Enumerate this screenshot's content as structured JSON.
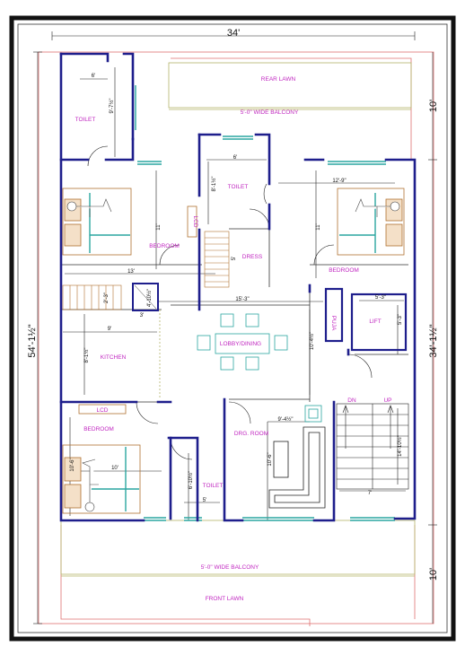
{
  "overall": {
    "width": "34'",
    "depth_left": "54'-1½\"",
    "depth_right": "34'-1½\"",
    "rear_setback": "10'",
    "front_setback": "10'"
  },
  "rooms": {
    "rear_lawn": "REAR LAWN",
    "rear_balcony": "5'-0\" WIDE BALCONY",
    "toilet_top_left": "TOILET",
    "toilet_center": "TOILET",
    "bedroom_left": "BEDROOM",
    "bedroom_right": "BEDROOM",
    "dress": "DRESS",
    "lcd_top": "LCD",
    "puja": "PUJA",
    "lift": "LIFT",
    "kitchen": "KITCHEN",
    "lobby": "LOBBY/DINING",
    "bedroom_bottom": "BEDROOM",
    "lcd_bottom": "LCD",
    "drg_room": "DRG. ROOM",
    "dn": "DN",
    "up": "UP",
    "toilet_bottom": "TOILET",
    "front_balcony": "5'-0\" WIDE BALCONY",
    "front_lawn": "FRONT LAWN"
  },
  "dims": {
    "d6": "6'",
    "d9_7": "9'-7½\"",
    "d6b": "6'",
    "d8_1": "8'-1½\"",
    "d12_9": "12'-9\"",
    "d11a": "11'",
    "d11b": "11'",
    "d5": "5'",
    "d13": "13'",
    "d15_3": "15'-3\"",
    "d2_3": "2'-3\"",
    "d3": "3'",
    "d4_10": "4'-10½\"",
    "d9": "9'",
    "d8_1b": "8'-1½\"",
    "d10_4": "10'-4½\"",
    "d5_3a": "5'-3\"",
    "d5_3b": "5'-3\"",
    "d9_4": "9'-4½\"",
    "d10_6a": "10'-6\"",
    "d10_6b": "10'-6\"",
    "d10": "10'",
    "d6_10": "6'-10½\"",
    "d5b": "5'",
    "d14_10": "14'-10½\"",
    "d7": "7'"
  }
}
